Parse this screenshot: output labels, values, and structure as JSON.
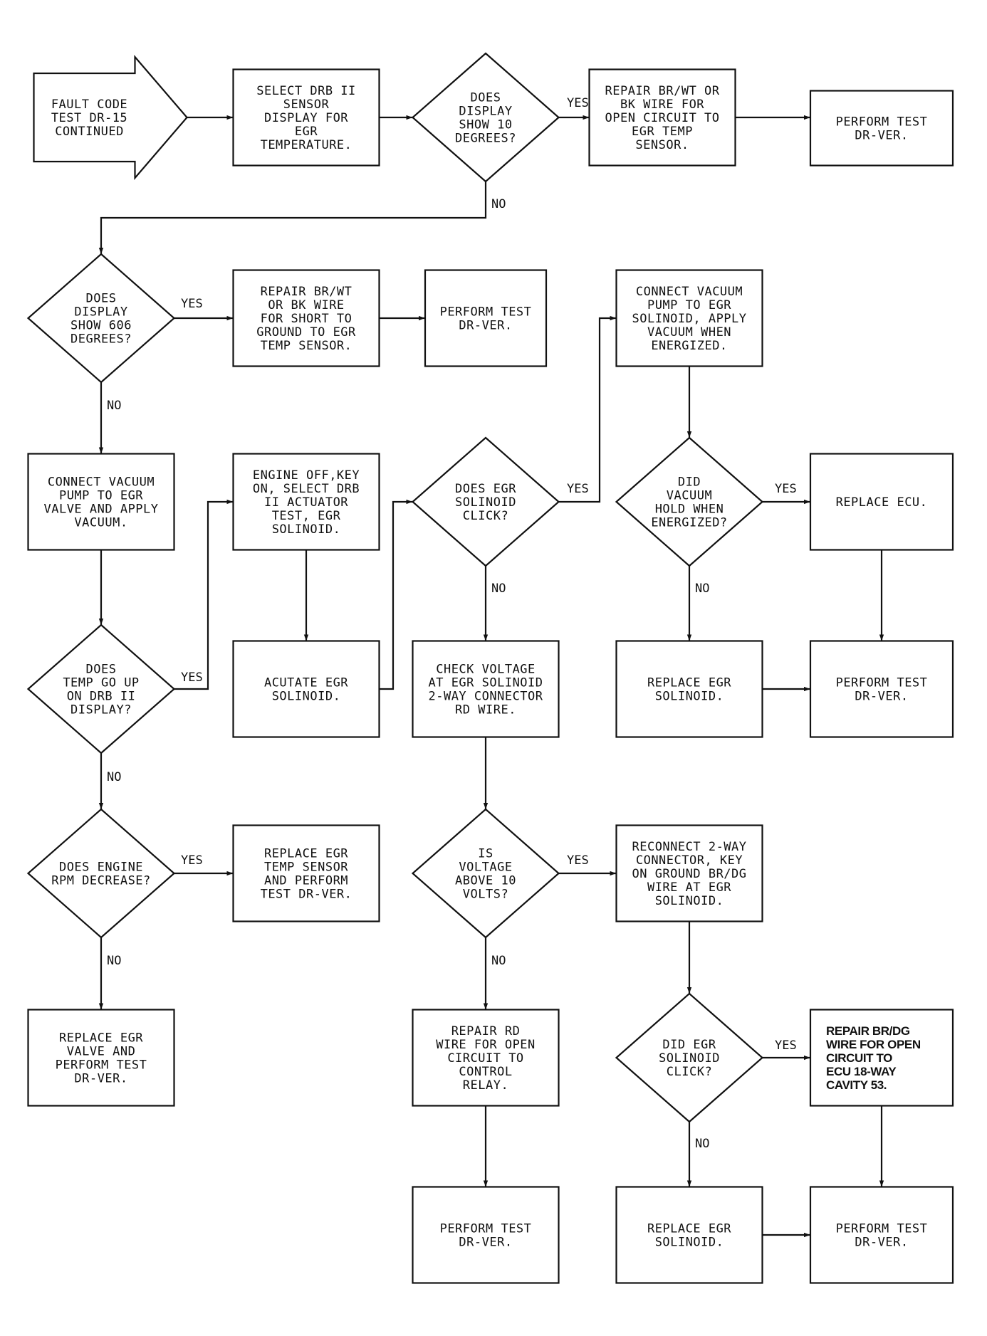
{
  "nodes": {
    "start": {
      "lines": [
        "FAULT CODE",
        "TEST DR-15",
        "CONTINUED"
      ]
    },
    "n1": {
      "lines": [
        "SELECT DRB II",
        "SENSOR",
        "DISPLAY FOR",
        "EGR",
        "TEMPERATURE."
      ]
    },
    "d1": {
      "lines": [
        "DOES",
        "DISPLAY",
        "SHOW 10",
        "DEGREES?"
      ]
    },
    "n2": {
      "lines": [
        "REPAIR BR/WT OR",
        "BK WIRE FOR",
        "OPEN CIRCUIT TO",
        "EGR TEMP",
        "SENSOR."
      ]
    },
    "n3": {
      "lines": [
        "PERFORM TEST",
        "DR-VER."
      ]
    },
    "d2": {
      "lines": [
        "DOES",
        "DISPLAY",
        "SHOW 606",
        "DEGREES?"
      ]
    },
    "n4": {
      "lines": [
        "REPAIR BR/WT",
        "OR BK WIRE",
        "FOR SHORT TO",
        "GROUND TO EGR",
        "TEMP SENSOR."
      ]
    },
    "n5": {
      "lines": [
        "PERFORM TEST",
        "DR-VER."
      ]
    },
    "n6": {
      "lines": [
        "CONNECT VACUUM",
        "PUMP TO EGR",
        "SOLINOID, APPLY",
        "VACUUM WHEN",
        "ENERGIZED."
      ]
    },
    "n7": {
      "lines": [
        "CONNECT VACUUM",
        "PUMP TO EGR",
        "VALVE AND APPLY",
        "VACUUM."
      ]
    },
    "n8": {
      "lines": [
        "ENGINE OFF,KEY",
        "ON, SELECT DRB",
        "II ACTUATOR",
        "TEST, EGR",
        "SOLINOID."
      ]
    },
    "d3": {
      "lines": [
        "DOES EGR",
        "SOLINOID",
        "CLICK?"
      ]
    },
    "d4": {
      "lines": [
        "DID",
        "VACUUM",
        "HOLD WHEN",
        "ENERGIZED?"
      ]
    },
    "n9": {
      "lines": [
        "REPLACE ECU."
      ]
    },
    "d5": {
      "lines": [
        "DOES",
        "TEMP GO UP",
        "ON DRB II",
        "DISPLAY?"
      ]
    },
    "n10": {
      "lines": [
        "ACUTATE EGR",
        "SOLINOID."
      ]
    },
    "n11": {
      "lines": [
        "CHECK VOLTAGE",
        "AT EGR SOLINOID",
        "2-WAY CONNECTOR",
        "RD WIRE."
      ]
    },
    "n12": {
      "lines": [
        "REPLACE EGR",
        "SOLINOID."
      ]
    },
    "n13": {
      "lines": [
        "PERFORM TEST",
        "DR-VER."
      ]
    },
    "d6": {
      "lines": [
        "DOES ENGINE",
        "RPM DECREASE?"
      ]
    },
    "n14": {
      "lines": [
        "REPLACE EGR",
        "TEMP SENSOR",
        "AND PERFORM",
        "TEST DR-VER."
      ]
    },
    "d7": {
      "lines": [
        "IS",
        "VOLTAGE",
        "ABOVE 10",
        "VOLTS?"
      ]
    },
    "n15": {
      "lines": [
        "RECONNECT 2-WAY",
        "CONNECTOR, KEY",
        "ON GROUND BR/DG",
        "WIRE AT EGR",
        "SOLINOID."
      ]
    },
    "n16": {
      "lines": [
        "REPLACE EGR",
        "VALVE AND",
        "PERFORM TEST",
        "DR-VER."
      ]
    },
    "n17": {
      "lines": [
        "REPAIR RD",
        "WIRE FOR OPEN",
        "CIRCUIT TO",
        "CONTROL",
        "RELAY."
      ]
    },
    "d8": {
      "lines": [
        "DID EGR",
        "SOLINOID",
        "CLICK?"
      ]
    },
    "n18": {
      "lines": [
        "REPAIR BR/DG",
        "WIRE FOR OPEN",
        "CIRCUIT TO",
        "ECU 18-WAY",
        "CAVITY 53."
      ]
    },
    "n19": {
      "lines": [
        "PERFORM TEST",
        "DR-VER."
      ]
    },
    "n20": {
      "lines": [
        "REPLACE EGR",
        "SOLINOID."
      ]
    },
    "n21": {
      "lines": [
        "PERFORM TEST",
        "DR-VER."
      ]
    }
  },
  "edge_labels": {
    "yes": "YES",
    "no": "NO"
  }
}
